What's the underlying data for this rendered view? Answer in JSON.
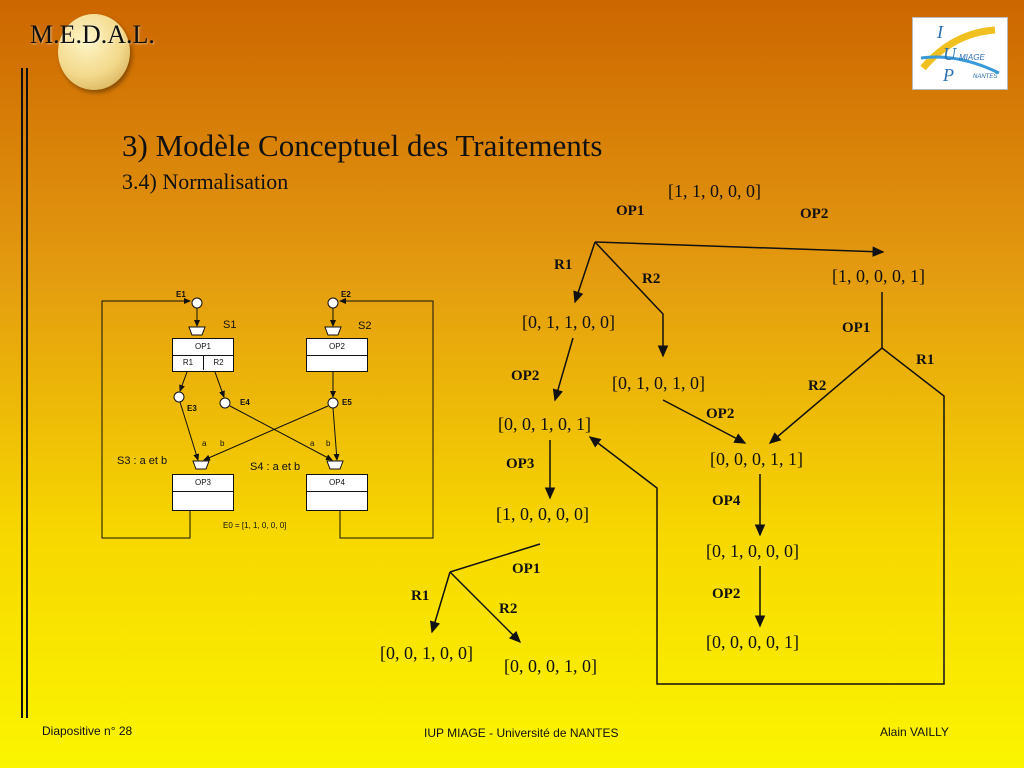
{
  "header": {
    "brand": "M.E.D.A.L.",
    "logo": {
      "letter_1": "I",
      "letter_2": "U",
      "letter_3": "P",
      "word_1": "MIAGE",
      "word_2": "NANTES"
    }
  },
  "slide": {
    "title": "3) Modèle Conceptuel des Traitements",
    "subtitle": "3.4) Normalisation"
  },
  "mini_diagram": {
    "events": {
      "e1": "E1",
      "e2": "E2",
      "e3": "E3",
      "e4": "E4",
      "e5": "E5"
    },
    "syncs": {
      "s1": "S1",
      "s2": "S2",
      "s3": "S3 : a et b",
      "s4": "S4 : a et b"
    },
    "ops": {
      "op1": "OP1",
      "op2": "OP2",
      "op3": "OP3",
      "op4": "OP4"
    },
    "rules": {
      "r1": "R1",
      "r2": "R2"
    },
    "ports": {
      "a": "a",
      "b": "b"
    },
    "initial_state": "E0 = [1, 1, 0, 0, 0]"
  },
  "tree": {
    "states": {
      "s_root": "[1, 1, 0, 0, 0]",
      "s_10001": "[1, 0, 0, 0, 1]",
      "s_01100": "[0, 1, 1, 0, 0]",
      "s_01010": "[0, 1, 0, 1, 0]",
      "s_00101": "[0, 0, 1, 0, 1]",
      "s_00011": "[0, 0, 0, 1, 1]",
      "s_10000": "[1, 0, 0, 0, 0]",
      "s_01000": "[0, 1, 0, 0, 0]",
      "s_00100": "[0, 0, 1, 0, 0]",
      "s_00010": "[0, 0, 0, 1, 0]",
      "s_00001": "[0, 0, 0, 0, 1]"
    },
    "labels": {
      "root_op1": "OP1",
      "root_op2": "OP2",
      "root_r1": "R1",
      "root_r2": "R2",
      "right_op1": "OP1",
      "right_r1": "R1",
      "right_r2": "R2",
      "mid_op2_a": "OP2",
      "mid_op2_b": "OP2",
      "mid_op3": "OP3",
      "mid_op4": "OP4",
      "mid_op2_c": "OP2",
      "bot_op1": "OP1",
      "bot_r1": "R1",
      "bot_r2": "R2"
    }
  },
  "footer": {
    "slide_number": "Diapositive n° 28",
    "center": "IUP MIAGE - Université de NANTES",
    "author": "Alain VAILLY"
  },
  "colors": {
    "background_top": "#cc6600",
    "background_bottom": "#fbf500",
    "ink": "#111111"
  }
}
